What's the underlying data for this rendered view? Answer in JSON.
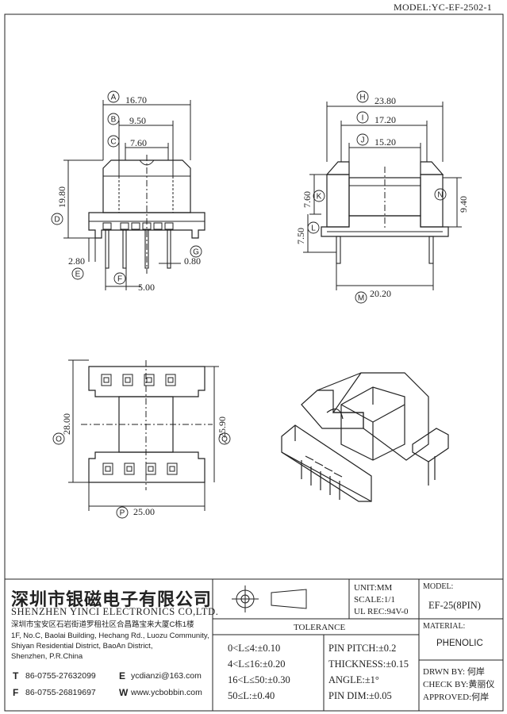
{
  "header": {
    "model": "MODEL:YC-EF-2502-1"
  },
  "dims": {
    "A": "16.70",
    "B": "9.50",
    "C": "7.60",
    "D": "19.80",
    "E": "2.80",
    "F": "5.00",
    "G": "0.80",
    "H": "23.80",
    "I": "17.20",
    "J": "15.20",
    "K": "7.60",
    "L": "7.50",
    "N": "9.40",
    "M": "20.20",
    "O": "28.00",
    "P": "25.00",
    "Q": "25.90"
  },
  "letters": [
    "A",
    "B",
    "C",
    "D",
    "E",
    "F",
    "G",
    "H",
    "I",
    "J",
    "K",
    "L",
    "M",
    "N",
    "O",
    "P",
    "Q"
  ],
  "company": {
    "name_cn": "深圳市银磁电子有限公司",
    "name_en": "SHENZHEN YINCI ELECTRONICS CO,LTD.",
    "address_lines": [
      "深圳市宝安区石岩街道罗租社区合昌路宝来大厦C栋1楼",
      "1F, No.C, Baolai Building, Hechang Rd., Luozu Community,",
      "Shiyan Residential District, BaoAn District,",
      "Shenzhen, P.R.China"
    ],
    "tel_label": "T",
    "tel": "86-0755-27632099",
    "fax_label": "F",
    "fax": "86-0755-26819697",
    "email_label": "E",
    "email": "ycdianzi@163.com",
    "web_label": "W",
    "web": "www.ycbobbin.com"
  },
  "specs": {
    "unit": "UNIT:MM",
    "scale": "SCALE:1/1",
    "ul": "UL REC:94V-0",
    "model_label": "MODEL:",
    "model_value": "EF-25(8PIN)",
    "material_label": "MATERIAL:",
    "material_value": "PHENOLIC",
    "drawn": "DRWN BY: 何岸",
    "check": "CHECK BY:黄丽仪",
    "approved": "APPROVED:何岸"
  },
  "tolerance": {
    "title": "TOLERANCE",
    "left": [
      "0<L≤4:±0.10",
      "4<L≤16:±0.20",
      "16<L≤50:±0.30",
      "50≤L:±0.40"
    ],
    "right": [
      "PIN PITCH:±0.2",
      "THICKNESS:±0.15",
      "ANGLE:±1°",
      "PIN DIM:±0.05"
    ]
  }
}
